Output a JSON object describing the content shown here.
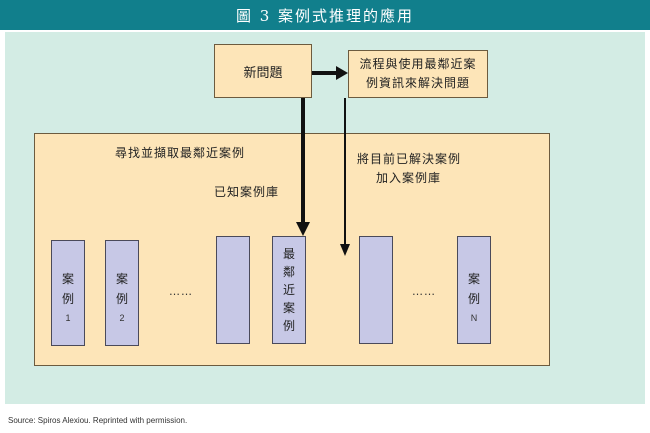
{
  "title": "圖 3 案例式推理的應用",
  "new_problem": "新問題",
  "process": {
    "line1": "流程與使用最鄰近案",
    "line2": "例資訊來解決問題"
  },
  "library": {
    "search_label": "尋找並擷取最鄰近案例",
    "known_label": "已知案例庫",
    "add_line1": "將目前已解決案例",
    "add_line2": "加入案例庫"
  },
  "cases": {
    "case_chars": [
      "案",
      "例"
    ],
    "nearest_chars": [
      "最",
      "鄰",
      "近",
      "案",
      "例"
    ],
    "num_1": "1",
    "num_2": "2",
    "num_n": "N",
    "ellipsis": "……"
  },
  "footer": "Source:  Spiros Alexiou. Reprinted with permission.",
  "colors": {
    "title_bar": "#117f8c",
    "panel": "#d3ece4",
    "box": "#fde5b8",
    "case": "#c7c8e6"
  }
}
